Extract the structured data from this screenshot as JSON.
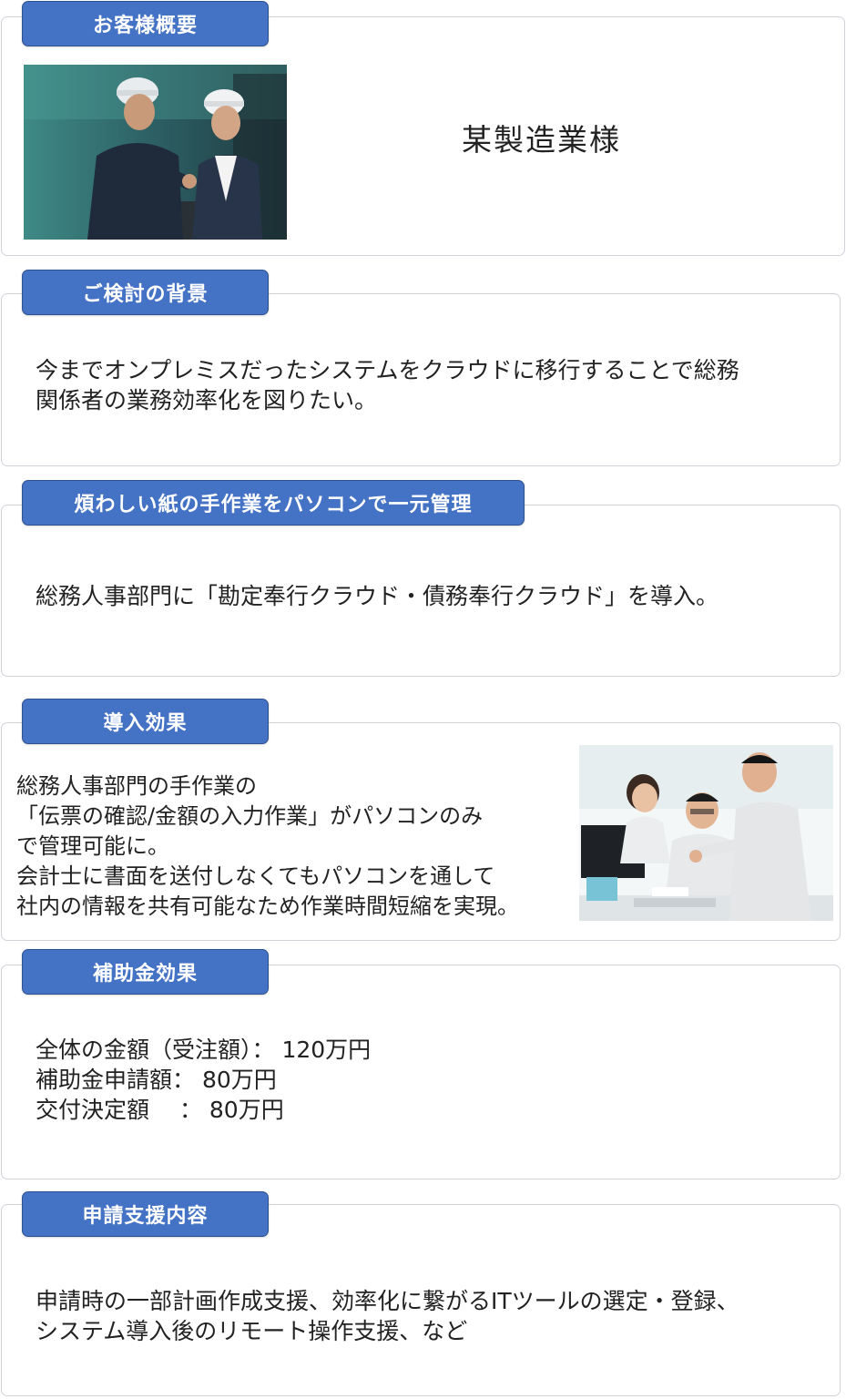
{
  "sections": {
    "overview": {
      "title": "お客様概要",
      "client_name": "某製造業様"
    },
    "background": {
      "title": "ご検討の背景",
      "lines": [
        "今までオンプレミスだったシステムをクラウドに移行することで総務",
        "関係者の業務効率化を図りたい。"
      ]
    },
    "solution": {
      "title": "煩わしい紙の手作業をパソコンで一元管理",
      "lines": [
        "総務人事部門に「勘定奉行クラウド・債務奉行クラウド」を導入。"
      ]
    },
    "effect": {
      "title": "導入効果",
      "lines": [
        "総務人事部門の手作業の",
        "「伝票の確認/金額の入力作業」がパソコンのみ",
        "で管理可能に。",
        "会計士に書面を送付しなくてもパソコンを通して",
        "社内の情報を共有可能なため作業時間短縮を実現。"
      ]
    },
    "subsidy": {
      "title": "補助金効果",
      "rows": [
        "全体の金額（受注額）： 120万円",
        "補助金申請額： 80万円",
        "交付決定額　 ： 80万円"
      ]
    },
    "support": {
      "title": "申請支援内容",
      "lines": [
        "申請時の一部計画作成支援、効率化に繋がるITツールの選定・登録、",
        "システム導入後のリモート操作支援、など"
      ]
    }
  },
  "images": {
    "overview_photo": "factory-workers-hardhat-photo",
    "effect_photo": "office-team-computer-photo"
  },
  "colors": {
    "tab_fill": "#4472c4",
    "tab_border": "#2f528f",
    "card_border": "#cfd3d8",
    "text": "#222222"
  }
}
